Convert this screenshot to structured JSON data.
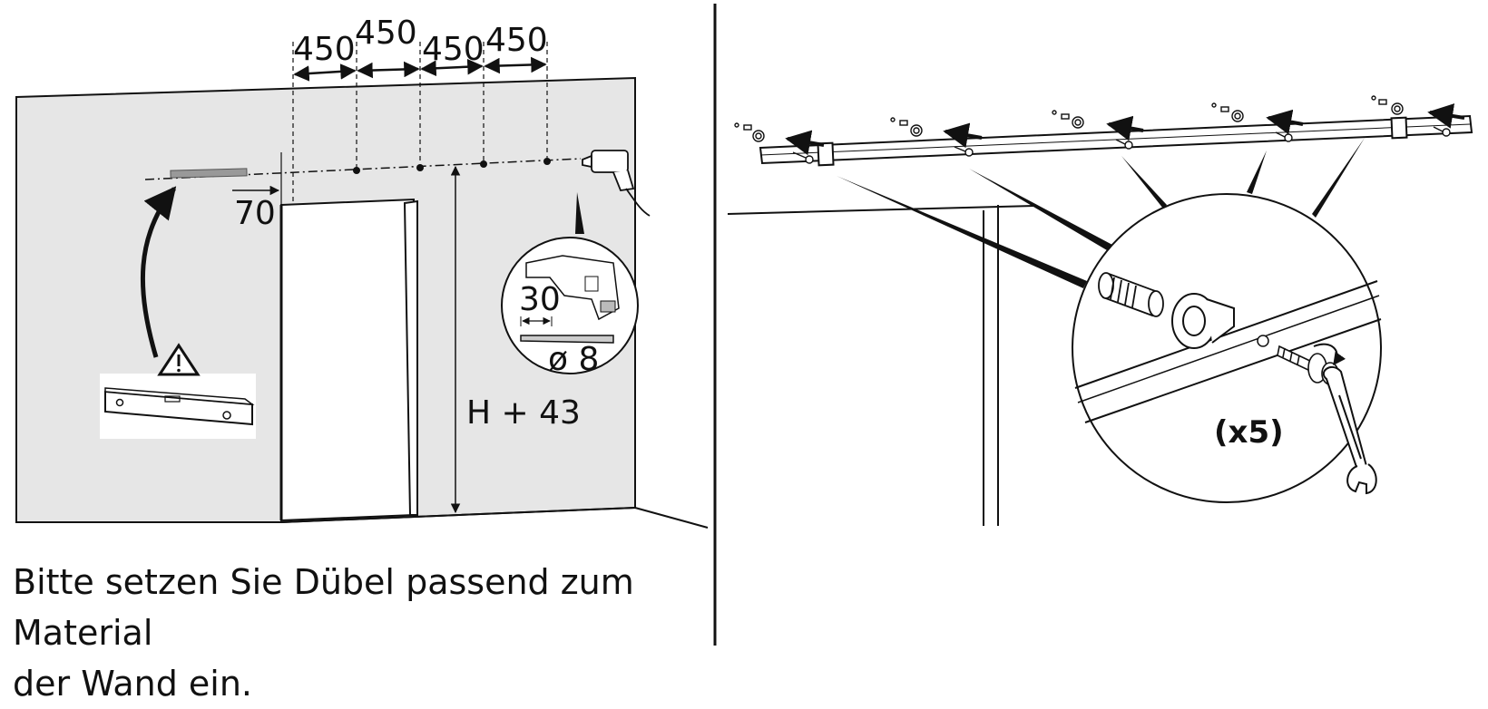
{
  "left_panel": {
    "spacing_labels": [
      "450",
      "450",
      "450",
      "450"
    ],
    "edge_offset_label": "70",
    "height_label": "H + 43",
    "drill_depth_label": "30",
    "drill_diameter_label": "ø 8"
  },
  "right_panel": {
    "count_label": "(x5)"
  },
  "caption": {
    "line1": "Bitte setzen Sie Dübel passend zum Material",
    "line2": "der Wand ein."
  },
  "colors": {
    "wall": "#e6e6e6",
    "line": "#111111",
    "background": "#ffffff"
  }
}
